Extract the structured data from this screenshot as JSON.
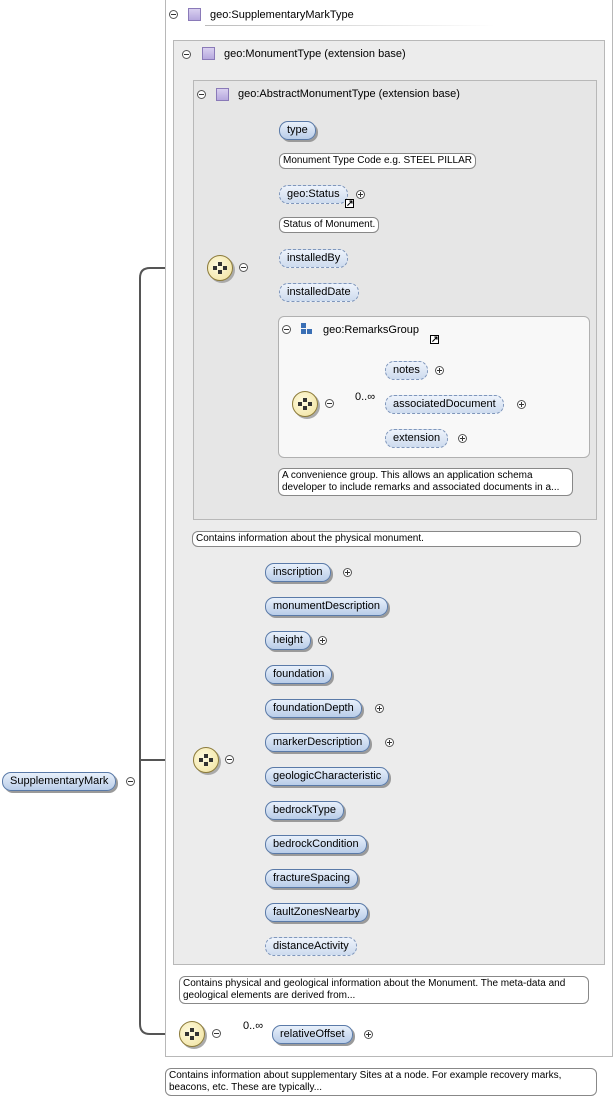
{
  "root": {
    "label": "SupplementaryMark"
  },
  "supp_type": {
    "title": "geo:SupplementaryMarkType"
  },
  "monument_type": {
    "title": "geo:MonumentType (extension base)"
  },
  "abstract_monument_type": {
    "title": "geo:AbstractMonumentType (extension base)"
  },
  "abstract_elements": {
    "type": {
      "label": "type",
      "doc": "Monument Type Code e.g. STEEL PILLAR"
    },
    "status": {
      "label": "geo:Status",
      "doc": "Status of Monument."
    },
    "installed_by": {
      "label": "installedBy"
    },
    "installed_date": {
      "label": "installedDate"
    }
  },
  "remarks_group": {
    "title": "geo:RemarksGroup",
    "cardinality": "0..∞",
    "notes": "notes",
    "associated_document": "associatedDocument",
    "extension": "extension",
    "doc": "A convenience group. This allows an application schema developer to include remarks and associated documents in a..."
  },
  "monument_doc": "Contains information about the physical monument.",
  "monument_elements": [
    "inscription",
    "monumentDescription",
    "height",
    "foundation",
    "foundationDepth",
    "markerDescription",
    "geologicCharacteristic",
    "bedrockType",
    "bedrockCondition",
    "fractureSpacing",
    "faultZonesNearby",
    "distanceActivity"
  ],
  "monument_type_doc": "Contains physical and geological information about the Monument. The meta-data and geological elements are derived from...",
  "relative_offset": {
    "label": "relativeOffset",
    "cardinality": "0..∞"
  },
  "supp_doc": "Contains information about supplementary Sites at a node. For example recovery marks, beacons, etc. These are typically...",
  "colors": {
    "element_fill": "#b9cde8",
    "element_border": "#5a7aa8",
    "sequence_fill": "#efe09a",
    "panel_bg": "#ececec"
  },
  "icons": [
    "collapse-icon",
    "type-square-icon",
    "sequence-compositor-icon",
    "expand-icon",
    "link-icon",
    "group-icon"
  ]
}
